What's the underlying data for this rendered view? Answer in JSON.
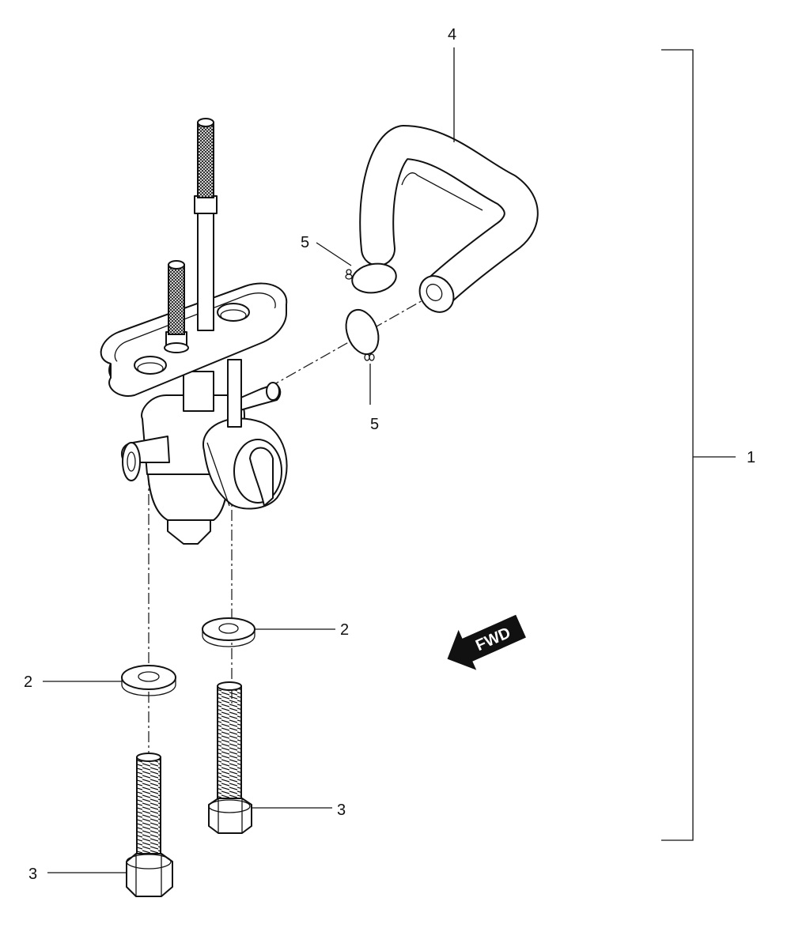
{
  "callouts": [
    {
      "id": "assembly",
      "text": "1"
    },
    {
      "id": "washer-right",
      "text": "2"
    },
    {
      "id": "washer-left",
      "text": "2"
    },
    {
      "id": "bolt-right",
      "text": "3"
    },
    {
      "id": "bolt-left",
      "text": "3"
    },
    {
      "id": "hose",
      "text": "4"
    },
    {
      "id": "clip-top",
      "text": "5"
    },
    {
      "id": "clip-bottom",
      "text": "5"
    }
  ],
  "direction_arrow": {
    "text": "FWD",
    "fill_color": "#111111"
  }
}
